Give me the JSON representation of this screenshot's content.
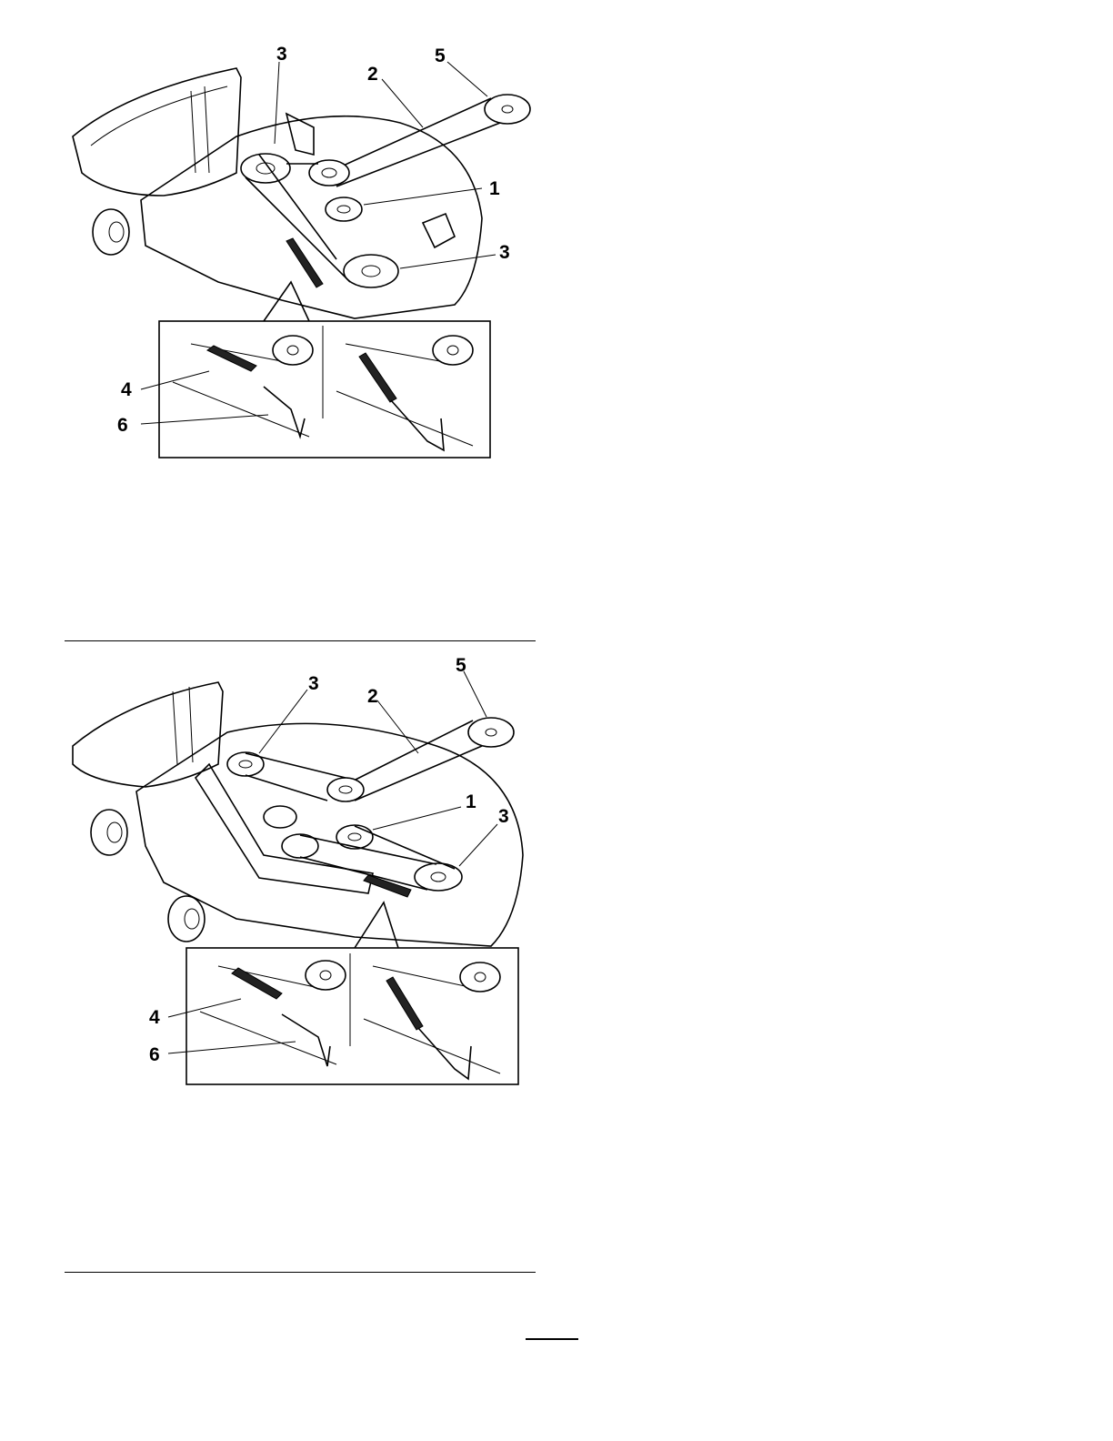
{
  "figures": [
    {
      "callouts": {
        "idler_pulley": "1",
        "mower_belt": "2",
        "spindle_pulley": "3",
        "idler_spring": "4",
        "engine_pulley": "5",
        "spring_tool": "6"
      }
    },
    {
      "callouts": {
        "idler_pulley": "1",
        "mower_belt": "2",
        "spindle_pulley": "3",
        "idler_spring": "4",
        "engine_pulley": "5",
        "spring_tool": "6"
      }
    }
  ]
}
